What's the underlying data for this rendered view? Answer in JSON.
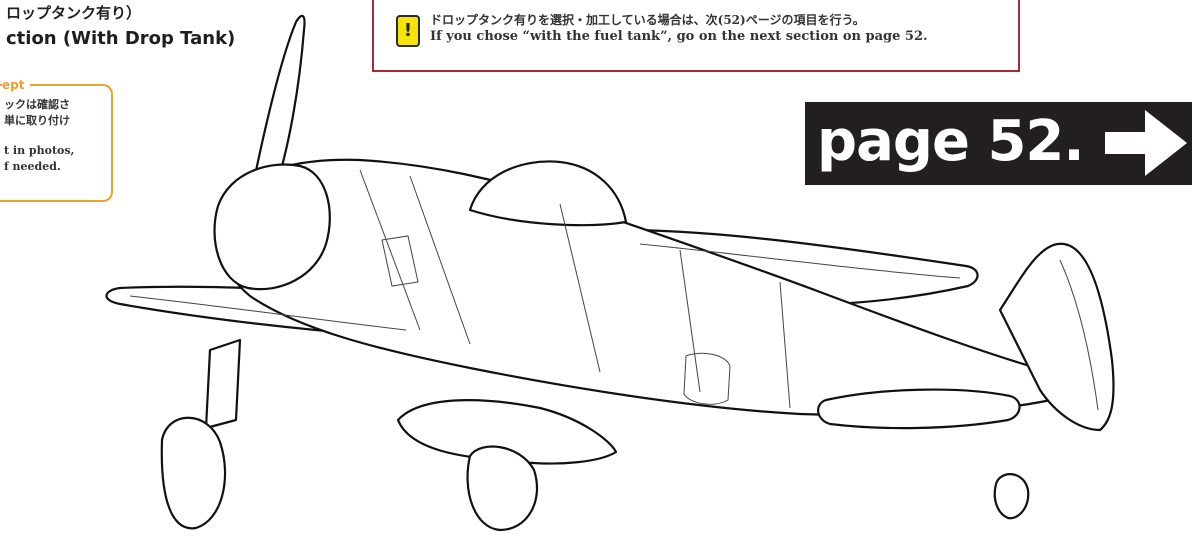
{
  "heading": {
    "jp": "ロップタンク有り）",
    "en": "ction (With Drop Tank)"
  },
  "note": {
    "title": "ept",
    "lines": [
      "ックは確認さ",
      "単に取り付け",
      "t in photos,",
      "f needed."
    ]
  },
  "callout": {
    "icon": "exclamation-icon",
    "text_jp": "ドロップタンク有りを選択・加工している場合は、次(52)ページの項目を行う。",
    "text_en": "If you chose “with the fuel tank”,  go on the next section on page 52.",
    "border_color": "#a42c3a",
    "icon_color": "#f5e30a"
  },
  "page_tab": {
    "label": "page 52.",
    "icon": "arrow-right-icon",
    "background": "#231f20"
  },
  "illustration": {
    "subject": "aircraft-line-drawing"
  }
}
